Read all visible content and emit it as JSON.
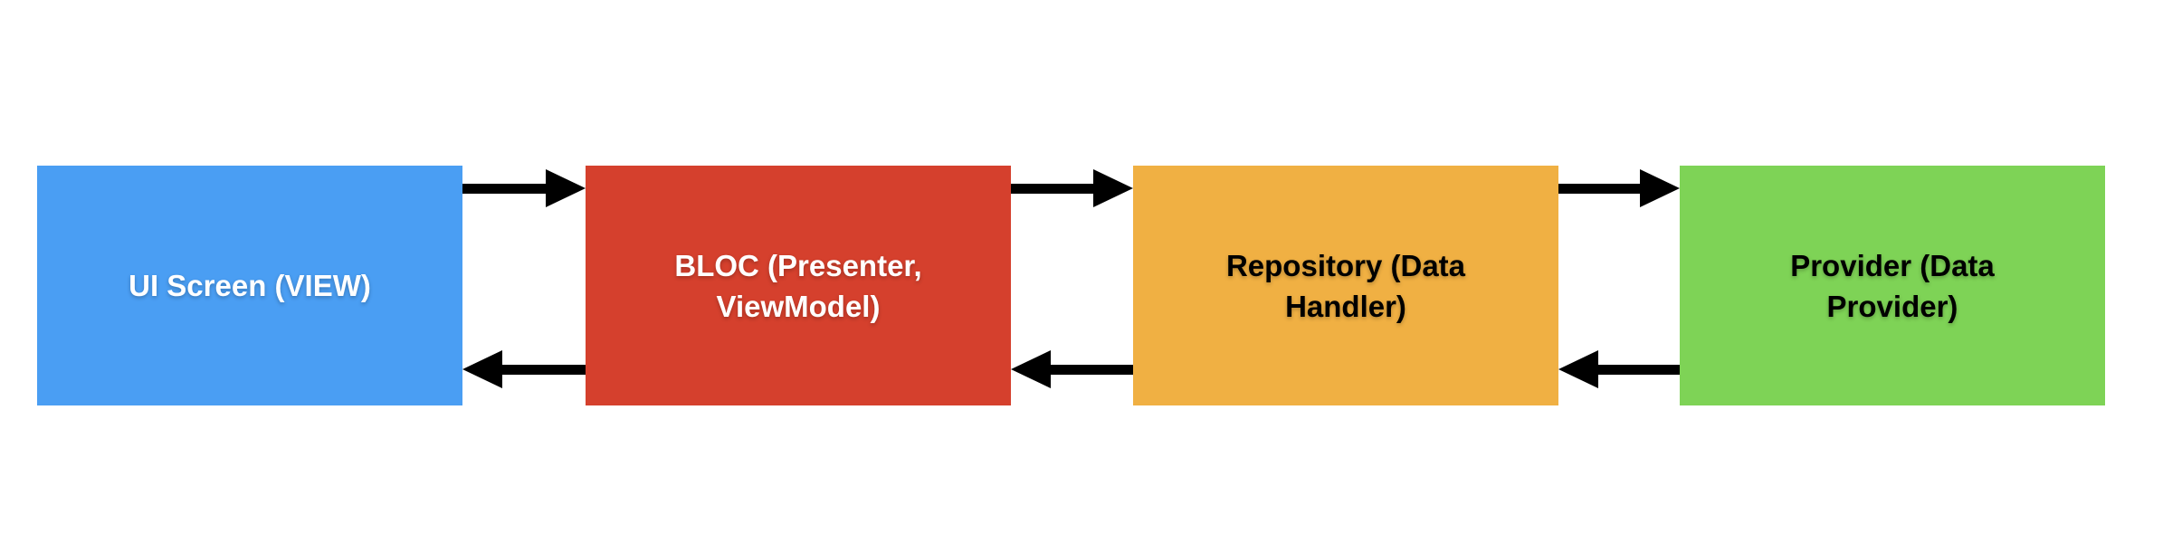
{
  "diagram": {
    "background": "#FFFFFF",
    "arrow_color": "#000000",
    "nodes": [
      {
        "id": "ui-screen",
        "label": "UI Screen (VIEW)",
        "bg": "#4A9EF3",
        "text_color": "#FFFFFF"
      },
      {
        "id": "bloc",
        "label": "BLOC (Presenter,\nViewModel)",
        "bg": "#D5402D",
        "text_color": "#FFFFFF"
      },
      {
        "id": "repository",
        "label": "Repository (Data\nHandler)",
        "bg": "#F0B043",
        "text_color": "#000000"
      },
      {
        "id": "provider",
        "label": "Provider (Data\nProvider)",
        "bg": "#7ED356",
        "text_color": "#000000"
      }
    ],
    "edges": [
      {
        "from": "ui-screen",
        "to": "bloc",
        "direction": "right"
      },
      {
        "from": "bloc",
        "to": "ui-screen",
        "direction": "left"
      },
      {
        "from": "bloc",
        "to": "repository",
        "direction": "right"
      },
      {
        "from": "repository",
        "to": "bloc",
        "direction": "left"
      },
      {
        "from": "repository",
        "to": "provider",
        "direction": "right"
      },
      {
        "from": "provider",
        "to": "repository",
        "direction": "left"
      }
    ]
  }
}
